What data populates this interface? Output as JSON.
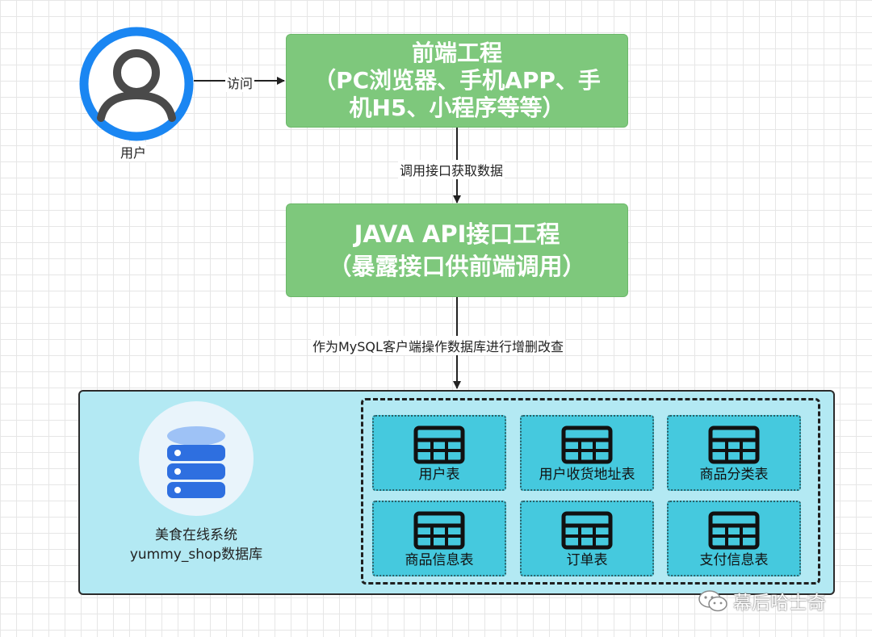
{
  "user": {
    "label": "用户"
  },
  "edges": {
    "visit": "访问",
    "call_api": "调用接口获取数据",
    "mysql_client": "作为MySQL客户端操作数据库进行增删改查"
  },
  "frontend": {
    "lines": [
      "前端工程",
      "（PC浏览器、手机APP、手",
      "机H5、小程序等等）"
    ]
  },
  "api": {
    "lines": [
      "JAVA API接口工程",
      "（暴露接口供前端调用）"
    ]
  },
  "database": {
    "line1": "美食在线系统",
    "line2": "yummy_shop数据库"
  },
  "tables": [
    "用户表",
    "用户收货地址表",
    "商品分类表",
    "商品信息表",
    "订单表",
    "支付信息表"
  ],
  "watermark": "幕后哈士奇",
  "colors": {
    "box_green": "#7ec87c",
    "panel_cyan": "#b3e9f3",
    "table_cyan": "#45c9de",
    "user_ring": "#1a86f2",
    "db_icon_blue": "#2e6fe0"
  }
}
